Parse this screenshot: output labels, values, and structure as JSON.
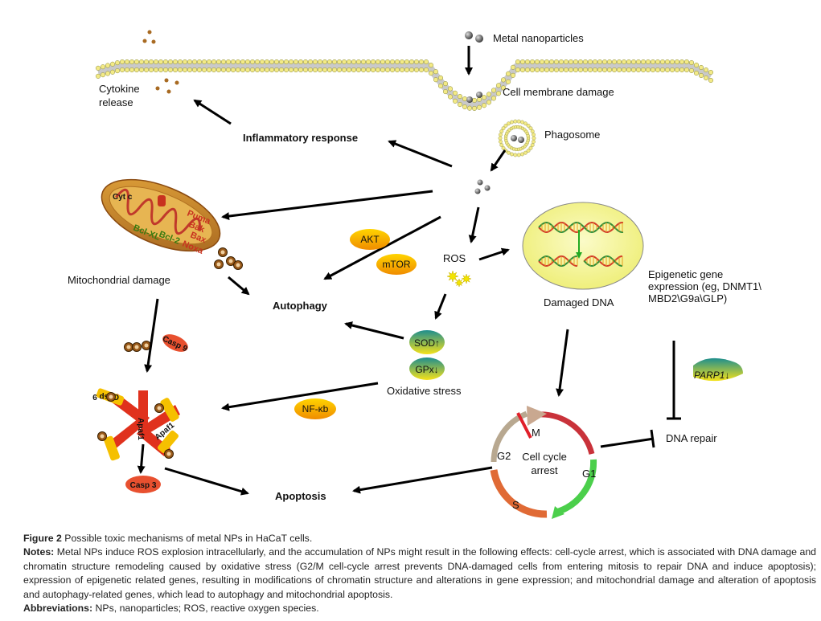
{
  "labels": {
    "metal_nanoparticles": "Metal nanoparticles",
    "cell_membrane_damage": "Cell membrane damage",
    "cytokine": "Cytokine",
    "release": "release",
    "inflammatory_response": "Inflammatory response",
    "phagosome": "Phagosome",
    "mitochondrial_damage": "Mitochondrial damage",
    "ros": "ROS",
    "akt": "AKT",
    "mtor": "mTOR",
    "autophagy": "Autophagy",
    "damaged_dna": "Damaged DNA",
    "epigenetic_1": "Epigenetic gene",
    "epigenetic_2": "expression (eg, DNMT1\\",
    "epigenetic_3": "MBD2\\G9a\\GLP)",
    "sod": "SOD↑",
    "gpx": "GPx↓",
    "oxidative_stress": "Oxidative stress",
    "nfkb": "NF-κb",
    "parp1": "PARP1↓",
    "dna_repair": "DNA repair",
    "cell_cycle": "Cell cycle",
    "arrest": "arrest",
    "phase_m": "M",
    "phase_g1": "G1",
    "phase_g2": "G2",
    "phase_s": "S",
    "apoptosis": "Apoptosis",
    "casp9": "Casp 9",
    "casp3": "Casp 3",
    "apaf1": "Apaf1",
    "bcl_xl": "Bcl-XL",
    "bcl_2": "Bcl-2",
    "puma": "Puma",
    "bak": "Bak",
    "bax": "Bax",
    "noxa": "Noxa",
    "cyt_c": "Cyt c"
  },
  "caption": {
    "figure_label": "Figure 2",
    "figure_title": "Possible toxic mechanisms of metal NPs in HaCaT cells.",
    "notes_label": "Notes:",
    "notes_text": "Metal NPs induce ROS explosion intracellularly, and the accumulation of NPs might result in the following effects: cell-cycle arrest, which is associated with DNA damage and chromatin structure remodeling caused by oxidative stress (G2/M cell-cycle arrest prevents DNA-damaged cells from entering mitosis to repair DNA and induce apoptosis); expression of epigenetic related genes, resulting in modifications of chromatin structure and alterations in gene expression; and mitochondrial damage and alteration of apoptosis and autophagy-related genes, which lead to autophagy and mitochondrial apoptosis.",
    "abbr_label": "Abbreviations:",
    "abbr_text": "NPs, nanoparticles; ROS, reactive oxygen species."
  },
  "colors": {
    "membrane_head": "#f3ea86",
    "pill_orange": "#f08c00",
    "pill_yellow": "#ffd400",
    "teal": "#1e8e8e",
    "nucleus": "#f6f59a",
    "caspase_red": "#e0311d"
  }
}
